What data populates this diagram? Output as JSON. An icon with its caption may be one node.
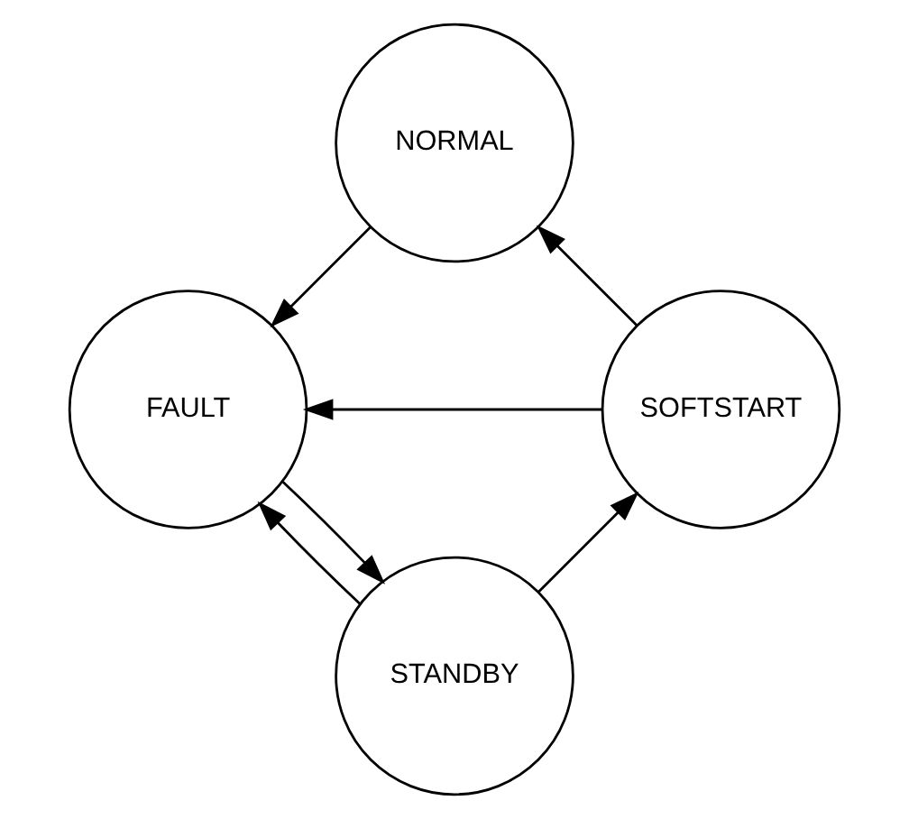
{
  "diagram": {
    "nodes": [
      {
        "text": [
          "STANDBY"
        ]
      },
      {
        "text": [
          "FAULT"
        ]
      },
      {
        "text": [
          "SOFTSTART"
        ]
      },
      {
        "text": [
          "NORMAL"
        ]
      }
    ],
    "edges": [
      {
        "from": 0,
        "to": 2,
        "arrow": "to"
      },
      {
        "from": 0,
        "to": 1,
        "arrow": "to"
      },
      {
        "from": 1,
        "to": 0,
        "arrow": "to"
      },
      {
        "from": 2,
        "to": 1,
        "arrow": "to"
      },
      {
        "from": 2,
        "to": 3,
        "arrow": "to"
      },
      {
        "from": 3,
        "to": 1,
        "arrow": "to"
      }
    ]
  }
}
